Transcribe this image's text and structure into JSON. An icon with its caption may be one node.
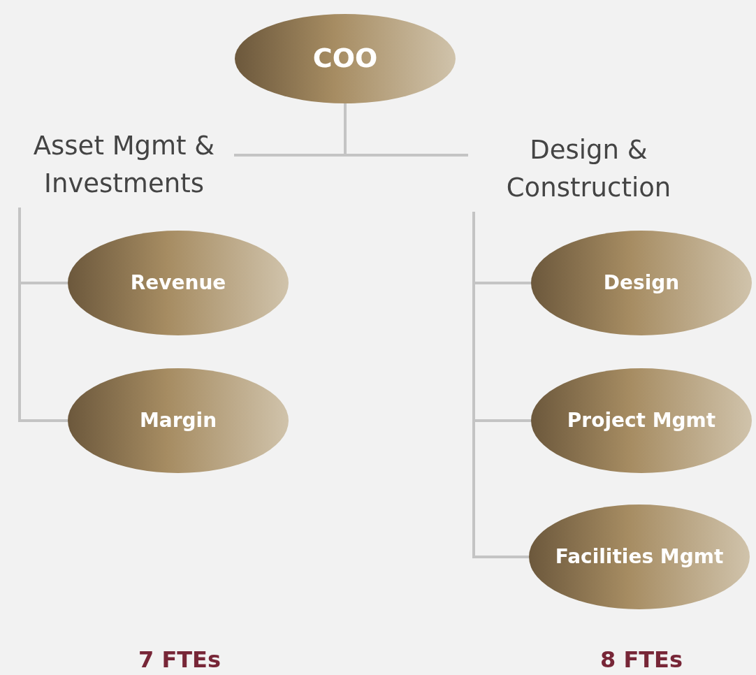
{
  "diagram": {
    "nodes": [
      {
        "text": [
          "COO"
        ]
      },
      {
        "text": [
          "Asset Mgmt & Investments"
        ]
      },
      {
        "text": [
          "Design & Construction"
        ]
      },
      {
        "text": [
          "Revenue"
        ]
      },
      {
        "text": [
          "Margin"
        ]
      },
      {
        "text": [
          "Design"
        ]
      },
      {
        "text": [
          "Project Mgmt"
        ]
      },
      {
        "text": [
          "Facilities Mgmt"
        ]
      }
    ],
    "edges": [
      {
        "from": 0,
        "to": 1,
        "arrow": "none"
      },
      {
        "from": 0,
        "to": 2,
        "arrow": "none"
      },
      {
        "from": 1,
        "to": 3,
        "arrow": "none"
      },
      {
        "from": 1,
        "to": 4,
        "arrow": "none"
      },
      {
        "from": 2,
        "to": 5,
        "arrow": "none"
      },
      {
        "from": 2,
        "to": 6,
        "arrow": "none"
      },
      {
        "from": 2,
        "to": 7,
        "arrow": "none"
      }
    ],
    "labels": [
      "7 FTEs",
      "8 FTEs"
    ]
  }
}
